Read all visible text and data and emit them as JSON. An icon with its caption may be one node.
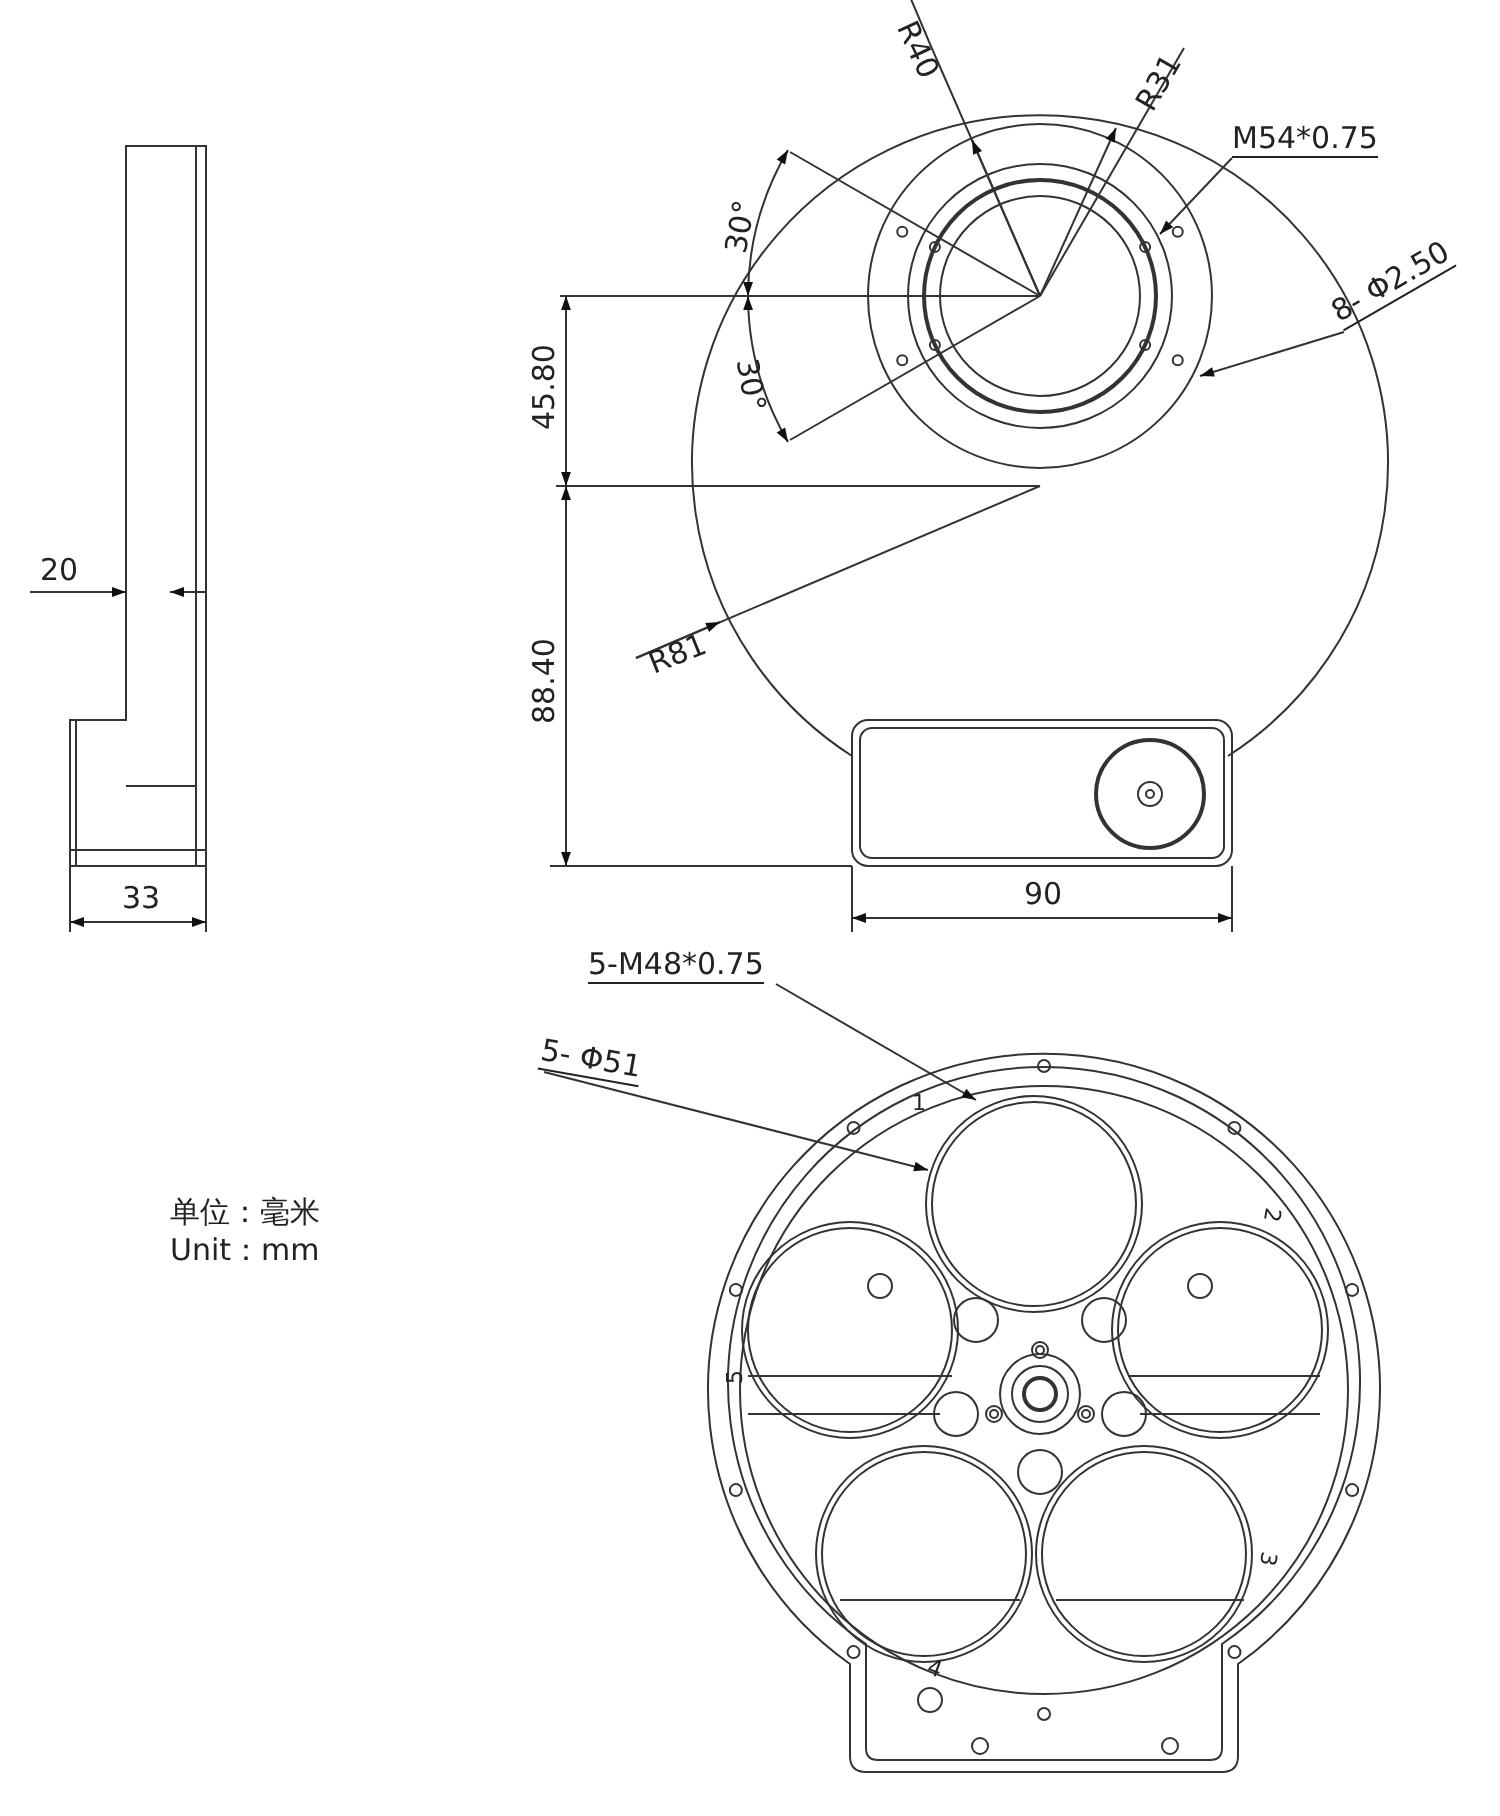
{
  "diagram": {
    "nodes": [
      {
        "text": [
          "M54*0.75"
        ]
      },
      {
        "text": [
          "8- Φ2.50"
        ]
      },
      {
        "text": [
          "5-M48*0.75"
        ]
      },
      {
        "text": [
          "5- Φ51"
        ]
      }
    ],
    "edges": [
      {
        "from": 0,
        "to": null,
        "arrow": "to"
      },
      {
        "from": 1,
        "to": null,
        "arrow": "to"
      },
      {
        "from": 2,
        "to": null,
        "arrow": "to"
      },
      {
        "from": 3,
        "to": null,
        "arrow": "to"
      }
    ],
    "labels": [
      "R40",
      "R31",
      "30°",
      "30°",
      "45.80",
      "20",
      "R81",
      "88.40",
      "33",
      "90",
      "1",
      "单位：毫米",
      "Unit：mm",
      "2",
      "5",
      "3",
      "4"
    ]
  }
}
